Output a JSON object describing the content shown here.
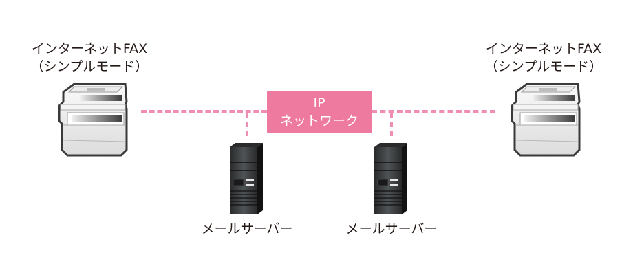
{
  "diagram": {
    "left_device": {
      "title_line1": "インターネットFAX",
      "title_line2": "（シンプルモード）",
      "icon": "multifunction-printer-icon"
    },
    "right_device": {
      "title_line1": "インターネットFAX",
      "title_line2": "（シンプルモード）",
      "icon": "multifunction-printer-icon"
    },
    "network": {
      "line1": "IP",
      "line2": "ネットワーク",
      "color": "#ee7b9f",
      "line_color": "#f08db5"
    },
    "servers": [
      {
        "label": "メールサーバー",
        "icon": "server-tower-icon"
      },
      {
        "label": "メールサーバー",
        "icon": "server-tower-icon"
      }
    ]
  }
}
